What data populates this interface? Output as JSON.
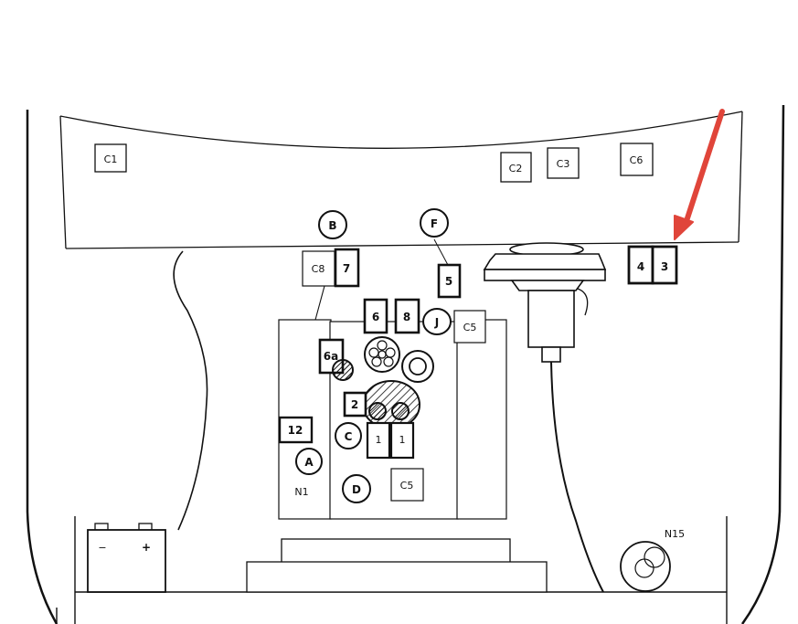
{
  "labels": {
    "c1": "C1",
    "c2": "C2",
    "c3": "C3",
    "c6": "C6",
    "c8": "C8",
    "c5_upper": "C5",
    "c5_lower": "C5",
    "b": "B",
    "f": "F",
    "j": "J",
    "c": "C",
    "a": "A",
    "d": "D",
    "r7": "7",
    "r5": "5",
    "r6": "6",
    "r8": "8",
    "r6a": "6a",
    "r2": "2",
    "r12": "12",
    "r1a": "1",
    "r1b": "1",
    "r4": "4",
    "r3": "3",
    "n1": "N1",
    "n15": "N15",
    "bat_minus": "−",
    "bat_plus": "+"
  },
  "colors": {
    "line": "#111111",
    "arrow": "#e0453a"
  }
}
